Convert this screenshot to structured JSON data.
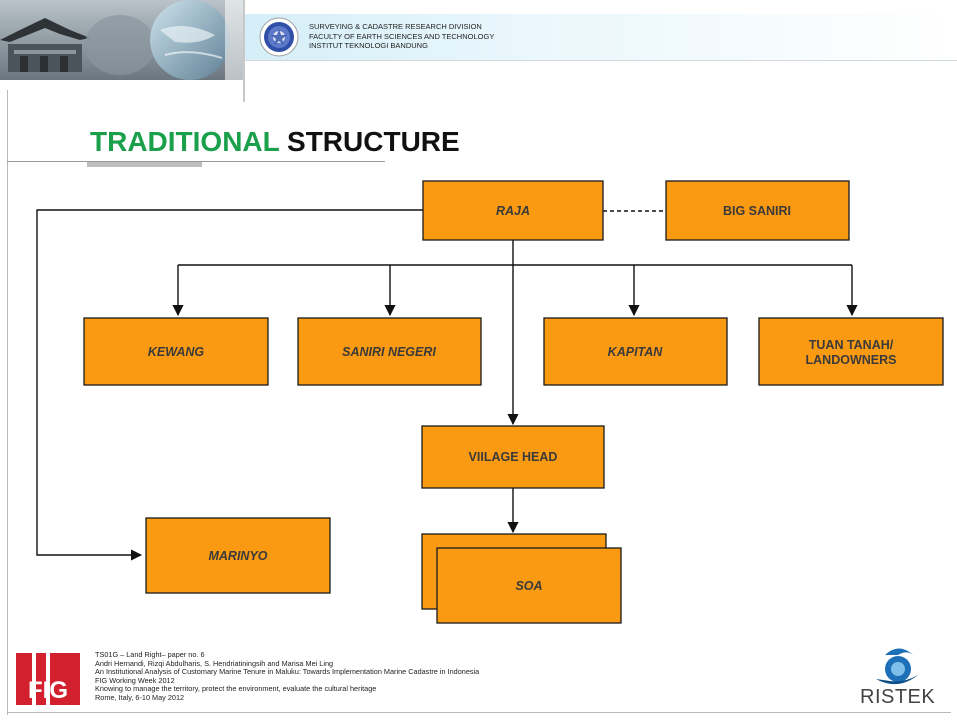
{
  "header": {
    "line1": "SURVEYING & CADASTRE RESEARCH DIVISION",
    "line2": "FACULTY OF EARTH SCIENCES AND TECHNOLOGY",
    "line3": "INSTITUT TEKNOLOGI BANDUNG"
  },
  "title": {
    "part1": "TRADITIONAL",
    "part2": "STRUCTURE"
  },
  "colors": {
    "box_fill": "#fa9a12",
    "box_stroke": "#1a1a1a",
    "title_green": "#1aa04b",
    "header_band": "#d5eef8"
  },
  "nodes": {
    "raja": "RAJA",
    "big_saniri": "BIG SANIRI",
    "kewang": "KEWANG",
    "saniri_negeri": "SANIRI NEGERI",
    "kapitan": "KAPITAN",
    "tuan_tanah_1": "TUAN TANAH/",
    "tuan_tanah_2": "LANDOWNERS",
    "village_head": "VIILAGE HEAD",
    "marinyo": "MARINYO",
    "soa": "SOA"
  },
  "footer": {
    "line1": "TS01G – Land Right– paper no. 6",
    "line2": "Andri Hernandi, Rizqi Abdulharis, S. Hendriatiningsih and Marisa Mei Ling",
    "line3": "An Institutional Analysis of Customary Marine Tenure in Maluku: Towards Implementation Marine Cadastre in Indonesia",
    "line4": "FIG Working Week 2012",
    "line5": "Knowing to manage the territory, protect the environment, evaluate the cultural heritage",
    "line6": "Rome, Italy, 6-10 May 2012",
    "fig_logo_text": "FIG",
    "ristek_text": "RISTEK"
  },
  "icons": [
    "itb-seal-icon",
    "fig-logo-icon",
    "ristek-logo-icon"
  ]
}
